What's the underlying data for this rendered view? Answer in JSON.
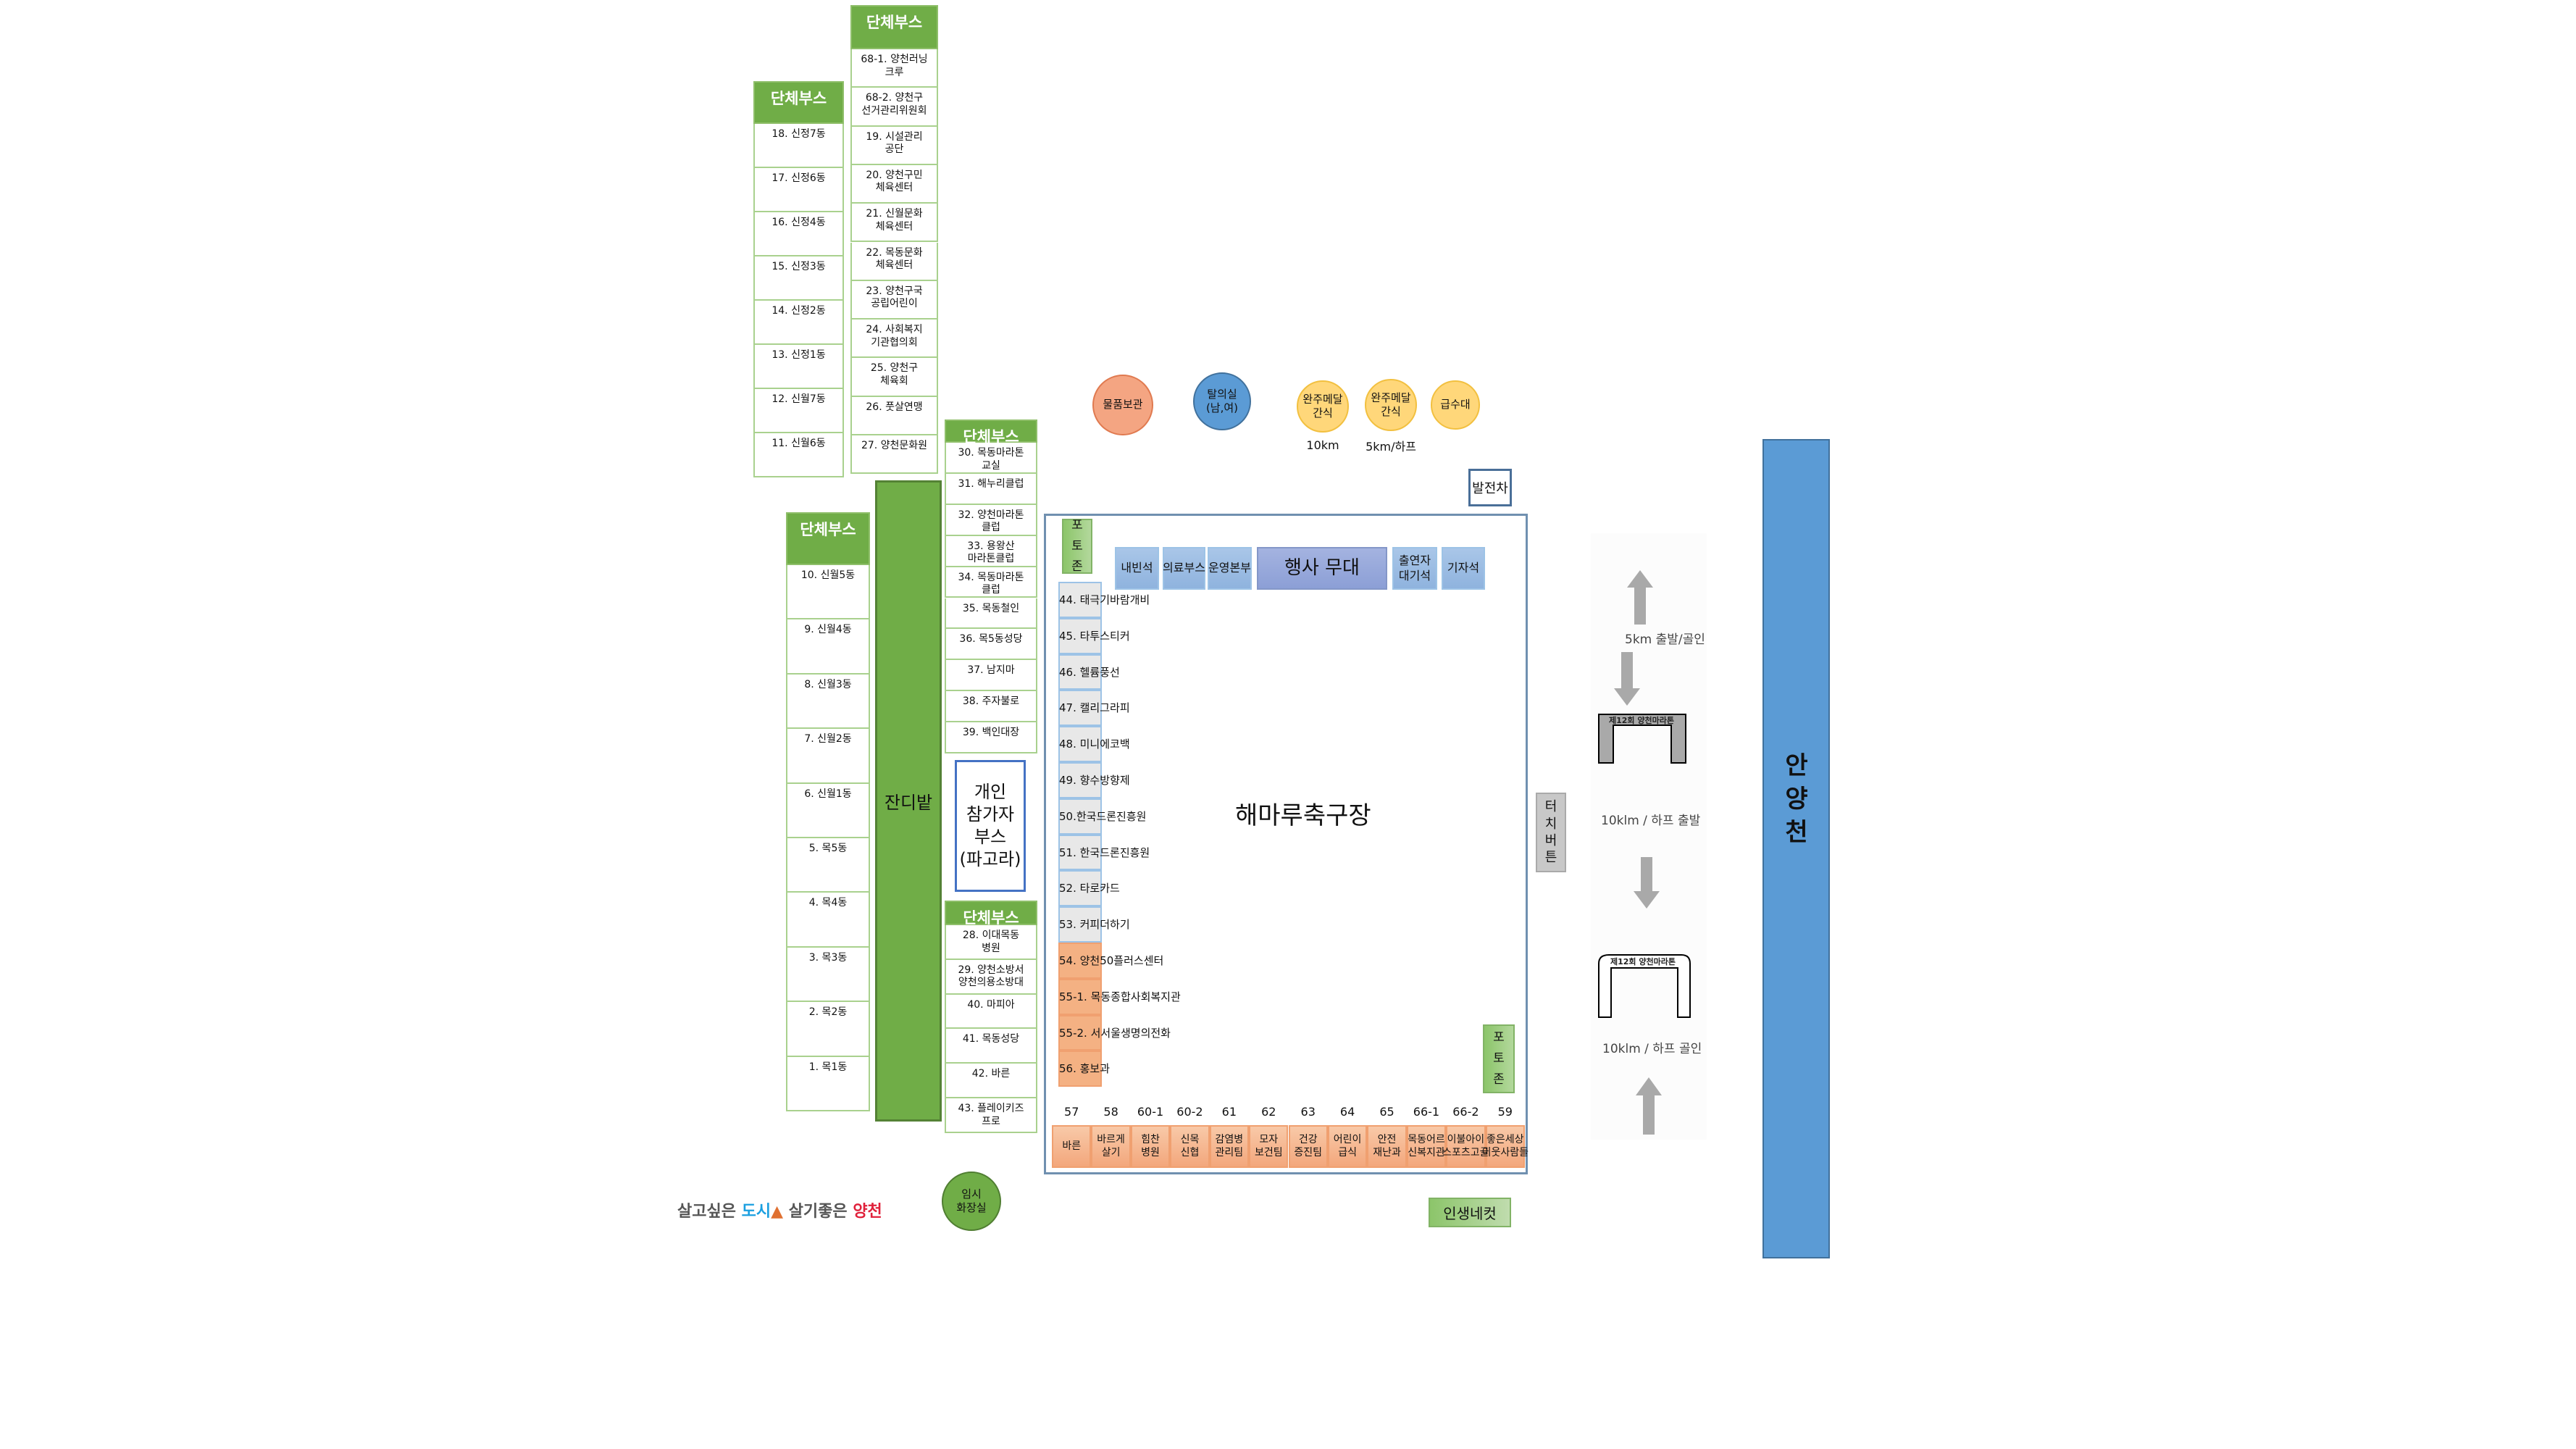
{
  "groups": {
    "a": {
      "header": "단체부스",
      "items": [
        "18. 신정7동",
        "17. 신정6동",
        "16. 신정4동",
        "15. 신정3동",
        "14. 신정2동",
        "13. 신정1동",
        "12. 신월7동",
        "11. 신월6동"
      ]
    },
    "b": {
      "header": "단체부스",
      "items": [
        "68-1. 양천러닝\n크루",
        "68-2. 양천구\n선거관리위원회",
        "19. 시설관리\n공단",
        "20. 양천구민\n체육센터",
        "21. 신월문화\n체육센터",
        "22. 목동문화\n체육센터",
        "23. 양천구국\n공립어린이",
        "24. 사회복지\n기관협의회",
        "25. 양천구\n체육회",
        "26. 풋살연맹",
        "27. 양천문화원"
      ]
    },
    "c": {
      "header": "단체부스",
      "items": [
        "30. 목동마라톤\n교실",
        "31. 해누리클럽",
        "32. 양천마라톤\n클럽",
        "33. 용왕산\n마라톤클럽",
        "34. 목동마라톤\n클럽",
        "35. 목동철인",
        "36. 목5동성당",
        "37. 남지마",
        "38. 주자불로",
        "39. 백인대장"
      ]
    },
    "c2": {
      "header": "단체부스",
      "items": [
        "28. 이대목동\n병원",
        "29. 양천소방서\n양천의용소방대",
        "40. 마피아",
        "41. 목동성당",
        "42. 바른",
        "43. 플레이키즈\n프로"
      ]
    },
    "d": {
      "header": "단체부스",
      "items": [
        "10. 신월5동",
        "9. 신월4동",
        "8. 신월3동",
        "7. 신월2동",
        "6. 신월1동",
        "5. 목5동",
        "4. 목4동",
        "3. 목3동",
        "2. 목2동",
        "1. 목1동"
      ]
    }
  },
  "grass": "잔디밭",
  "personal_booth": "개인\n참가자\n부스\n(파고라)",
  "field": {
    "title": "해마루축구장",
    "photo_zone": "포토존",
    "stage": [
      {
        "label": "내빈석",
        "main": false
      },
      {
        "label": "의료부스",
        "main": false
      },
      {
        "label": "운영본부",
        "main": false
      },
      {
        "label": "행사 무대",
        "main": true
      },
      {
        "label": "출연자\n대기석",
        "main": false
      },
      {
        "label": "기자석",
        "main": false
      }
    ],
    "left_booths": [
      {
        "label": "44. 태극기바람개비",
        "type": "gray"
      },
      {
        "label": "45. 타투스티커",
        "type": "gray"
      },
      {
        "label": "46. 헬륨풍선",
        "type": "gray"
      },
      {
        "label": "47. 캘리그라피",
        "type": "gray"
      },
      {
        "label": "48. 미니에코백",
        "type": "gray"
      },
      {
        "label": "49. 향수방향제",
        "type": "gray"
      },
      {
        "label": "50.한국드론진흥원",
        "type": "gray"
      },
      {
        "label": "51. 한국드론진흥원",
        "type": "gray"
      },
      {
        "label": "52. 타로카드",
        "type": "gray"
      },
      {
        "label": "53. 커피더하기",
        "type": "gray"
      },
      {
        "label": "54. 양천50플러스센터",
        "type": "orange"
      },
      {
        "label": "55-1. 목동종합사회복지관",
        "type": "orange"
      },
      {
        "label": "55-2. 서서울생명의전화",
        "type": "orange"
      },
      {
        "label": "56. 홍보과",
        "type": "orange"
      }
    ],
    "bottom_booths": [
      {
        "number": "57",
        "label": "바른"
      },
      {
        "number": "58",
        "label": "바르게\n살기"
      },
      {
        "number": "60-1",
        "label": "힘찬\n병원"
      },
      {
        "number": "60-2",
        "label": "신목\n신협"
      },
      {
        "number": "61",
        "label": "감염병\n관리팀"
      },
      {
        "number": "62",
        "label": "모자\n보건팀"
      },
      {
        "number": "63",
        "label": "건강\n증진팀"
      },
      {
        "number": "64",
        "label": "어린이\n급식"
      },
      {
        "number": "65",
        "label": "안전\n재난과"
      },
      {
        "number": "66-1",
        "label": "목동어르\n신복지관"
      },
      {
        "number": "66-2",
        "label": "이불아이\n스포츠고글"
      },
      {
        "number": "59",
        "label": "좋은세상\n이웃사람들"
      }
    ],
    "touch_button": "터치버튼"
  },
  "facilities": [
    {
      "label": "물품보관",
      "color": "#f4a582"
    },
    {
      "label": "탈의실\n(남,여)",
      "color": "#5b9bd5"
    },
    {
      "label": "완주메달\n간식",
      "color": "#ffd77a",
      "caption": "10km"
    },
    {
      "label": "완주메달\n간식",
      "color": "#ffd77a",
      "caption": "5km/하프"
    },
    {
      "label": "급수대",
      "color": "#ffd77a"
    }
  ],
  "generator": "발전차",
  "course": {
    "start_goal_5km": "5km 출발/골인",
    "start_10km": "10klm / 하프 출발",
    "goal_10km": "10klm / 하프 골인",
    "gate_text": "제12회 양천마라톤"
  },
  "river": "안양천",
  "logo": {
    "part1": "살고싶은 ",
    "part2": "도시",
    "part3": " 살기좋은 ",
    "part4": "양천"
  },
  "toilet": "임시\n화장실",
  "photo_booth": "인생네컷"
}
